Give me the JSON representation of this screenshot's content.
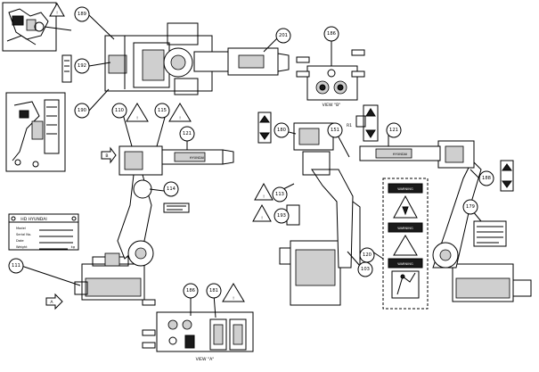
{
  "balloons": {
    "b189": "189",
    "b192": "192",
    "b190": "190",
    "b201": "201",
    "b186a": "186",
    "b110": "110",
    "b115": "115",
    "b121a": "121",
    "b114": "114",
    "b180": "180",
    "b151": "151",
    "b121b": "121",
    "b113": "113",
    "b188": "188",
    "b193": "193",
    "b120": "120",
    "b103": "103",
    "b179": "179",
    "b111": "111",
    "b186b": "186",
    "b181": "181"
  },
  "views": {
    "view_b": "VIEW \"B\"",
    "view_a": "VIEW \"A\""
  },
  "markers": {
    "arrow_b": "B",
    "arrow_a": "A"
  },
  "nameplate": {
    "brand": "HD HYUNDAI",
    "rows": [
      "Model",
      "Serial No.",
      "Date",
      "Weight"
    ],
    "unit": "kg"
  },
  "robot_label": "HYUNDAI",
  "warning_box": {
    "warning_1": "WARNING",
    "warning_2": "WARNING",
    "warning_3": "WARNING"
  },
  "r1_label": "R1"
}
